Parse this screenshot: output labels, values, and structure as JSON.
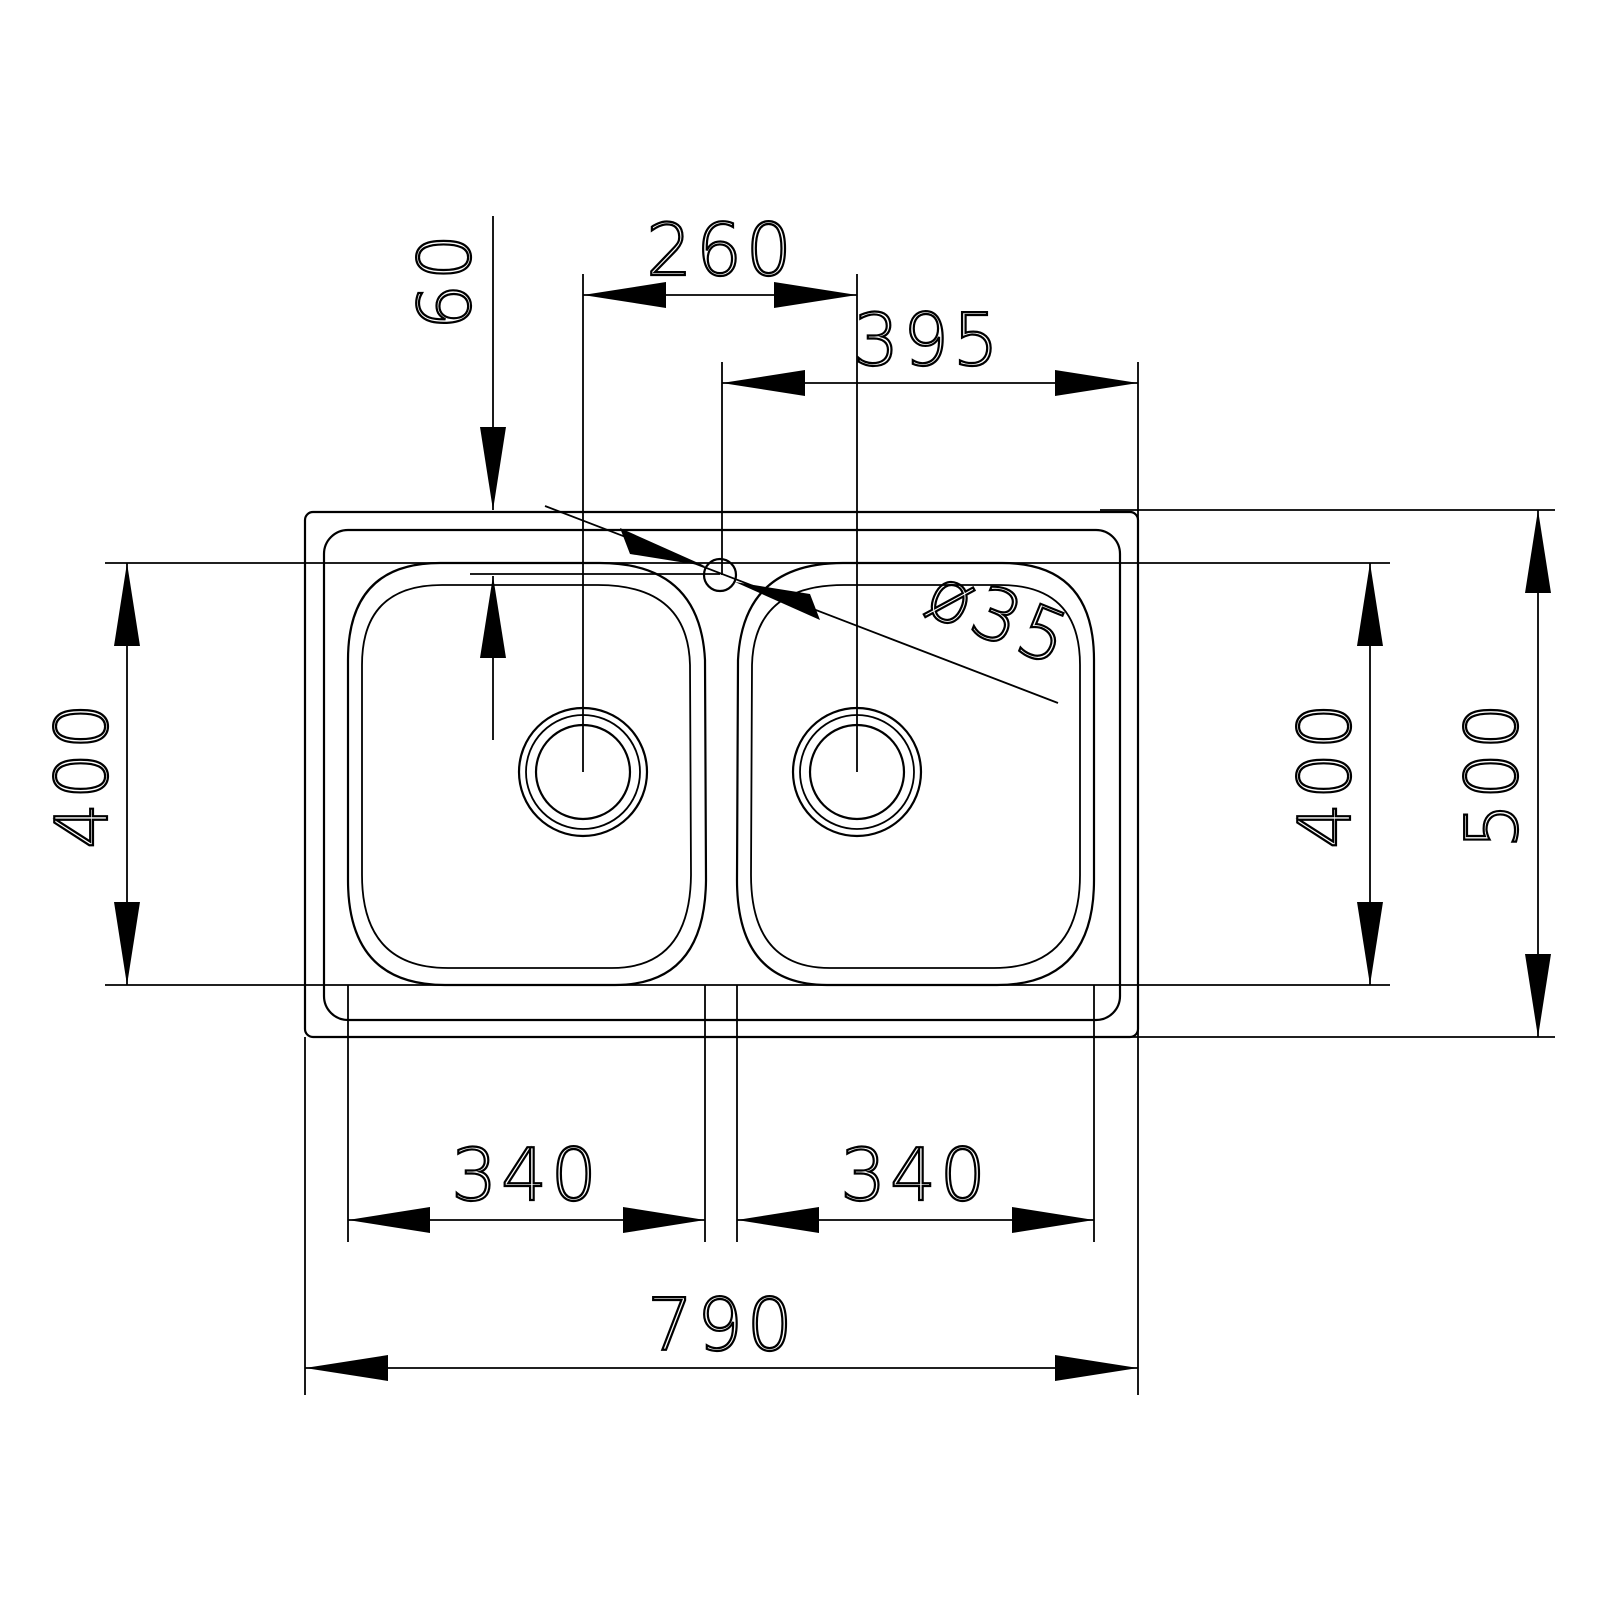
{
  "dimensions": {
    "overall_width": "790",
    "overall_depth": "500",
    "bowl_width_left": "340",
    "bowl_width_right": "340",
    "bowl_depth_left": "400",
    "bowl_depth_right": "400",
    "waste_spacing": "260",
    "tap_offset": "395",
    "tap_edge": "60",
    "tap_hole": "ø35"
  },
  "colors": {
    "line": "#000000",
    "background": "#ffffff"
  }
}
